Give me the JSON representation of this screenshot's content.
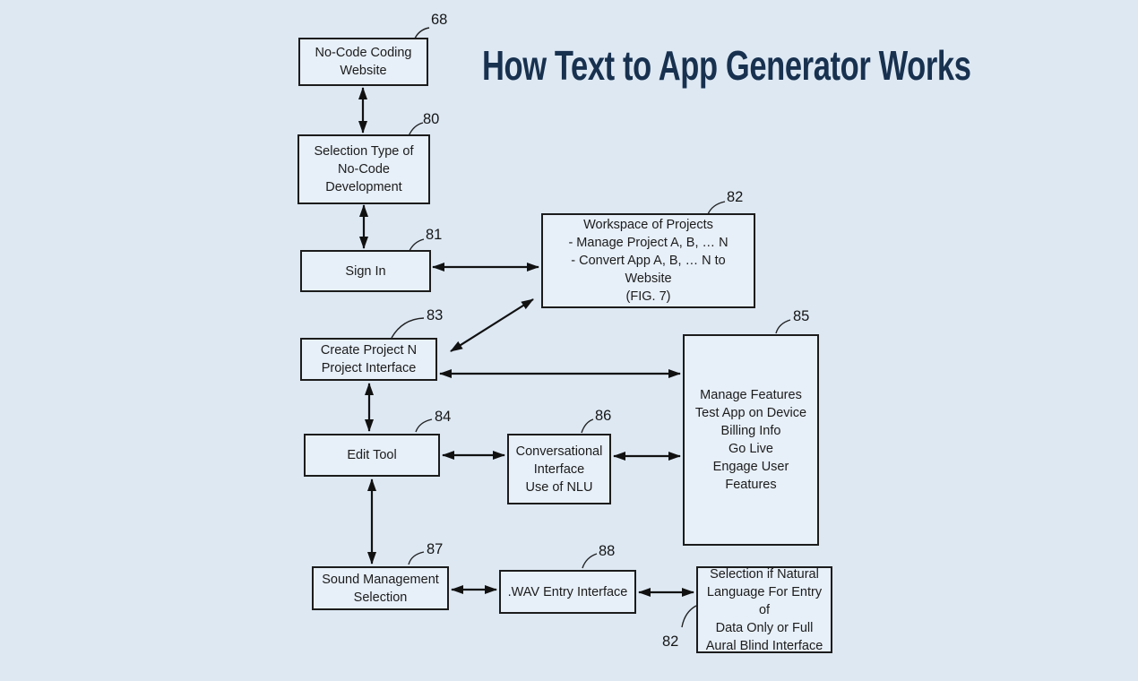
{
  "title": "How Text to App Generator Works",
  "colors": {
    "background": "#dde8f3",
    "box_fill": "#e7eff8",
    "box_border": "#1c1c1c",
    "title_text": "#18314f",
    "box_text": "#1c1c1c",
    "arrow": "#111111"
  },
  "diagram": {
    "boxes": [
      {
        "ref": "68",
        "label": "No-Code Coding\nWebsite"
      },
      {
        "ref": "80",
        "label": "Selection Type of\nNo-Code\nDevelopment"
      },
      {
        "ref": "81",
        "label": "Sign In"
      },
      {
        "ref": "82",
        "label": "Workspace of Projects\n- Manage Project A, B, … N\n- Convert App A, B, … N to Website\n(FIG. 7)"
      },
      {
        "ref": "83",
        "label": "Create Project N\nProject Interface"
      },
      {
        "ref": "84",
        "label": "Edit Tool"
      },
      {
        "ref": "85",
        "label": "Manage Features\nTest App on Device\nBilling Info\nGo Live\nEngage User Features"
      },
      {
        "ref": "86",
        "label": "Conversational\nInterface\nUse of NLU"
      },
      {
        "ref": "87",
        "label": "Sound Management\nSelection"
      },
      {
        "ref": "88",
        "label": ".WAV Entry Interface"
      },
      {
        "ref": "82",
        "label": "Selection if Natural\nLanguage For Entry of\nData Only or Full\nAural Blind Interface"
      }
    ],
    "edges": [
      {
        "from": "68",
        "to": "80",
        "type": "bidirectional"
      },
      {
        "from": "80",
        "to": "81",
        "type": "bidirectional"
      },
      {
        "from": "81",
        "to": "82",
        "type": "bidirectional"
      },
      {
        "from": "83",
        "to": "82",
        "type": "bidirectional"
      },
      {
        "from": "83",
        "to": "85",
        "type": "bidirectional"
      },
      {
        "from": "83",
        "to": "84",
        "type": "bidirectional"
      },
      {
        "from": "84",
        "to": "86",
        "type": "bidirectional"
      },
      {
        "from": "86",
        "to": "85",
        "type": "bidirectional"
      },
      {
        "from": "84",
        "to": "87",
        "type": "bidirectional"
      },
      {
        "from": "87",
        "to": "88",
        "type": "bidirectional"
      },
      {
        "from": "88",
        "to": "82-aural",
        "type": "bidirectional"
      }
    ]
  }
}
